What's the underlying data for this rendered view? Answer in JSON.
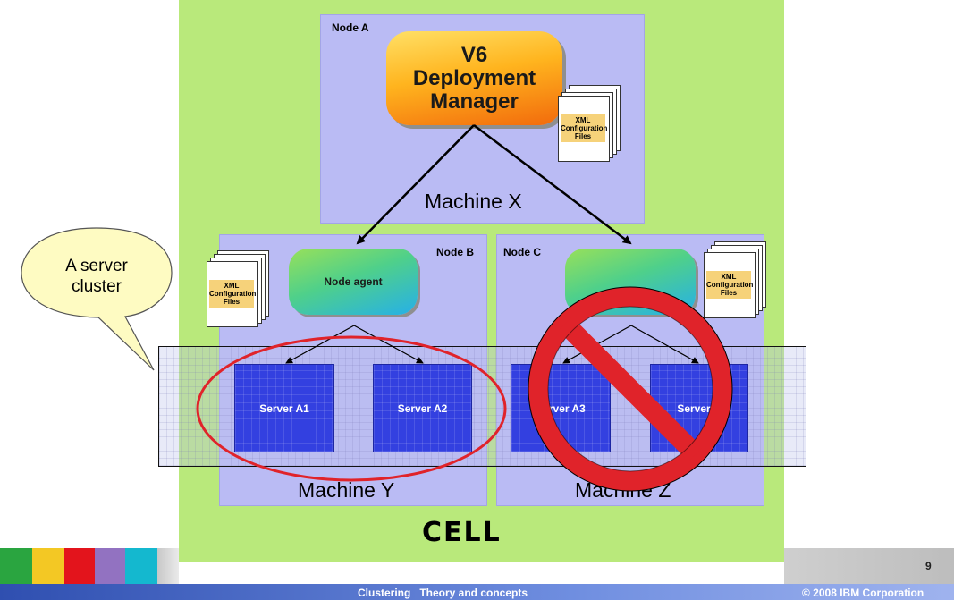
{
  "diagram": {
    "node_a": "Node A",
    "node_b": "Node B",
    "node_c": "Node C",
    "deployment_manager": [
      "V6",
      "Deployment",
      "Manager"
    ],
    "xml_files": [
      "XML",
      "Configuration",
      "Files"
    ],
    "machine_x": "Machine X",
    "machine_y": "Machine Y",
    "machine_z": "Machine Z",
    "node_agent": "Node agent",
    "servers": [
      "Server A1",
      "Server A2",
      "Server A3",
      "Server B"
    ],
    "callout": [
      "A server",
      "cluster"
    ],
    "cell": "CELL"
  },
  "footer": {
    "title": "Clustering   Theory and concepts",
    "copyright": "© 2008 IBM Corporation",
    "page_number": "9"
  },
  "colors": {
    "cell": "#b9e97b",
    "machine": "#babbf4",
    "server": "#3340e0",
    "prohibition": "#e0232a",
    "footer": "#2f4fb0"
  }
}
